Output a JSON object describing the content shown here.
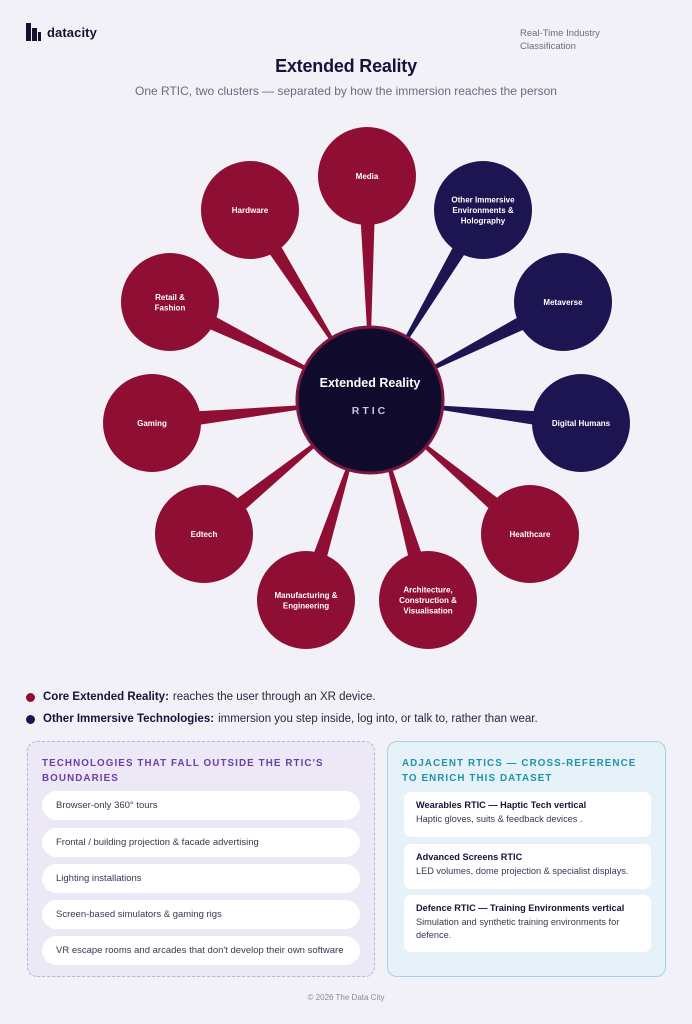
{
  "brand": {
    "logo_text": "datacity"
  },
  "header": {
    "rtic_label": "Real-Time Industry Classification",
    "title": "Extended Reality",
    "subtitle": "One RTIC, two clusters — separated by how the immersion reaches the person"
  },
  "colors": {
    "core": "#8e0e34",
    "other": "#1d1452",
    "hub": "#100a2d",
    "hub_ring": "#7a1840"
  },
  "diagram": {
    "hub": {
      "title": "Extended Reality",
      "subtitle": "RTIC"
    },
    "nodes": [
      {
        "label": "Media",
        "cluster": "core"
      },
      {
        "label": "Other Immersive Environments & Holography",
        "cluster": "other"
      },
      {
        "label": "Metaverse",
        "cluster": "other"
      },
      {
        "label": "Digital Humans",
        "cluster": "other"
      },
      {
        "label": "Healthcare",
        "cluster": "core"
      },
      {
        "label": "Architecture, Construction & Visualisation",
        "cluster": "core"
      },
      {
        "label": "Manufacturing & Engineering",
        "cluster": "core"
      },
      {
        "label": "Edtech",
        "cluster": "core"
      },
      {
        "label": "Gaming",
        "cluster": "core"
      },
      {
        "label": "Retail & Fashion",
        "cluster": "core"
      },
      {
        "label": "Hardware",
        "cluster": "core"
      }
    ]
  },
  "legend": [
    {
      "title": "Core Extended Reality:",
      "text": "reaches the user through an XR device.",
      "cluster": "core"
    },
    {
      "title": "Other Immersive Technologies:",
      "text": "immersion you step inside, log into, or talk to, rather than wear.",
      "cluster": "other"
    }
  ],
  "outside": {
    "heading": "Technologies that fall outside the RTIC's boundaries",
    "items": [
      "Browser-only 360° tours",
      "Frontal / building projection & facade advertising",
      "Lighting installations",
      "Screen-based simulators & gaming rigs",
      "VR escape rooms and arcades that don't develop their own software"
    ]
  },
  "adjacent": {
    "heading": "Adjacent RTICs — cross-reference to enrich this dataset",
    "cards": [
      {
        "title": "Wearables RTIC — Haptic Tech vertical",
        "desc": "Haptic gloves, suits & feedback devices ."
      },
      {
        "title": "Advanced Screens RTIC",
        "desc": "LED volumes, dome projection & specialist displays."
      },
      {
        "title": "Defence RTIC — Training Environments vertical",
        "desc": "Simulation and synthetic training environments for defence."
      }
    ]
  },
  "footer": {
    "text": "© 2026 The Data City"
  }
}
